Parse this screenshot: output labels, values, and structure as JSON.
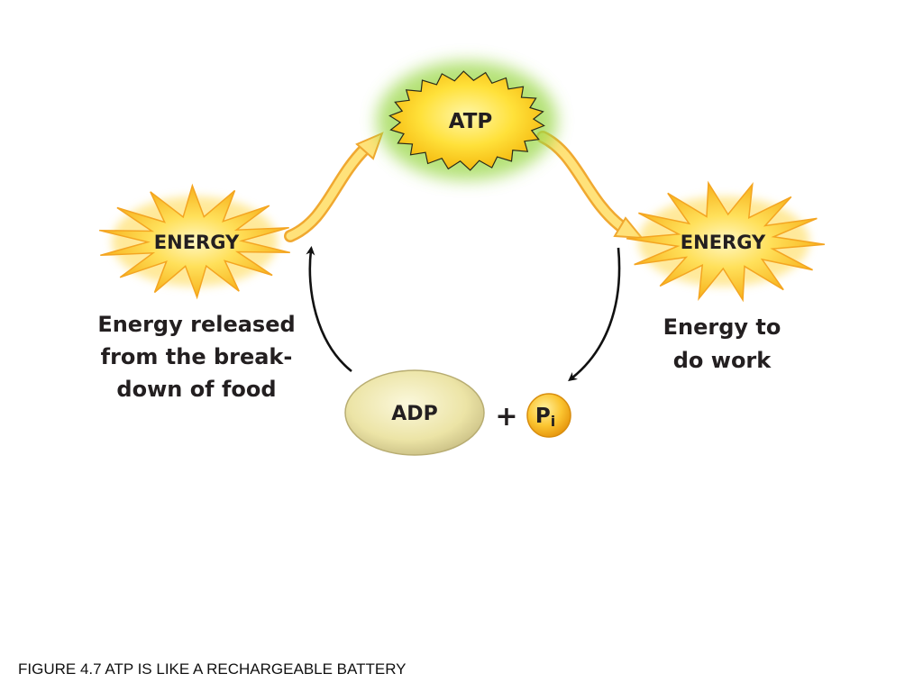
{
  "diagram": {
    "atp_label": "ATP",
    "energy_left_label": "ENERGY",
    "energy_right_label": "ENERGY",
    "adp_label": "ADP",
    "plus_sign": "+",
    "pi_letter": "P",
    "pi_subscript": "i",
    "left_description": [
      "Energy released",
      "from the break-",
      "down of food"
    ],
    "right_description": [
      "Energy to",
      "do work"
    ]
  },
  "caption": "FIGURE 4.7  ATP IS LIKE A RECHARGEABLE BATTERY",
  "colors": {
    "burst_fill": "#fbc02d",
    "burst_stroke": "#f4a521",
    "atp_fill": "#fcd116",
    "atp_glow": "#9bd84a",
    "adp_fill": "#ece4a6",
    "pi_fill": "#f7b21b",
    "arrow_fill": "#ffe27a",
    "arrow_stroke": "#f0a830",
    "text": "#231f20"
  }
}
